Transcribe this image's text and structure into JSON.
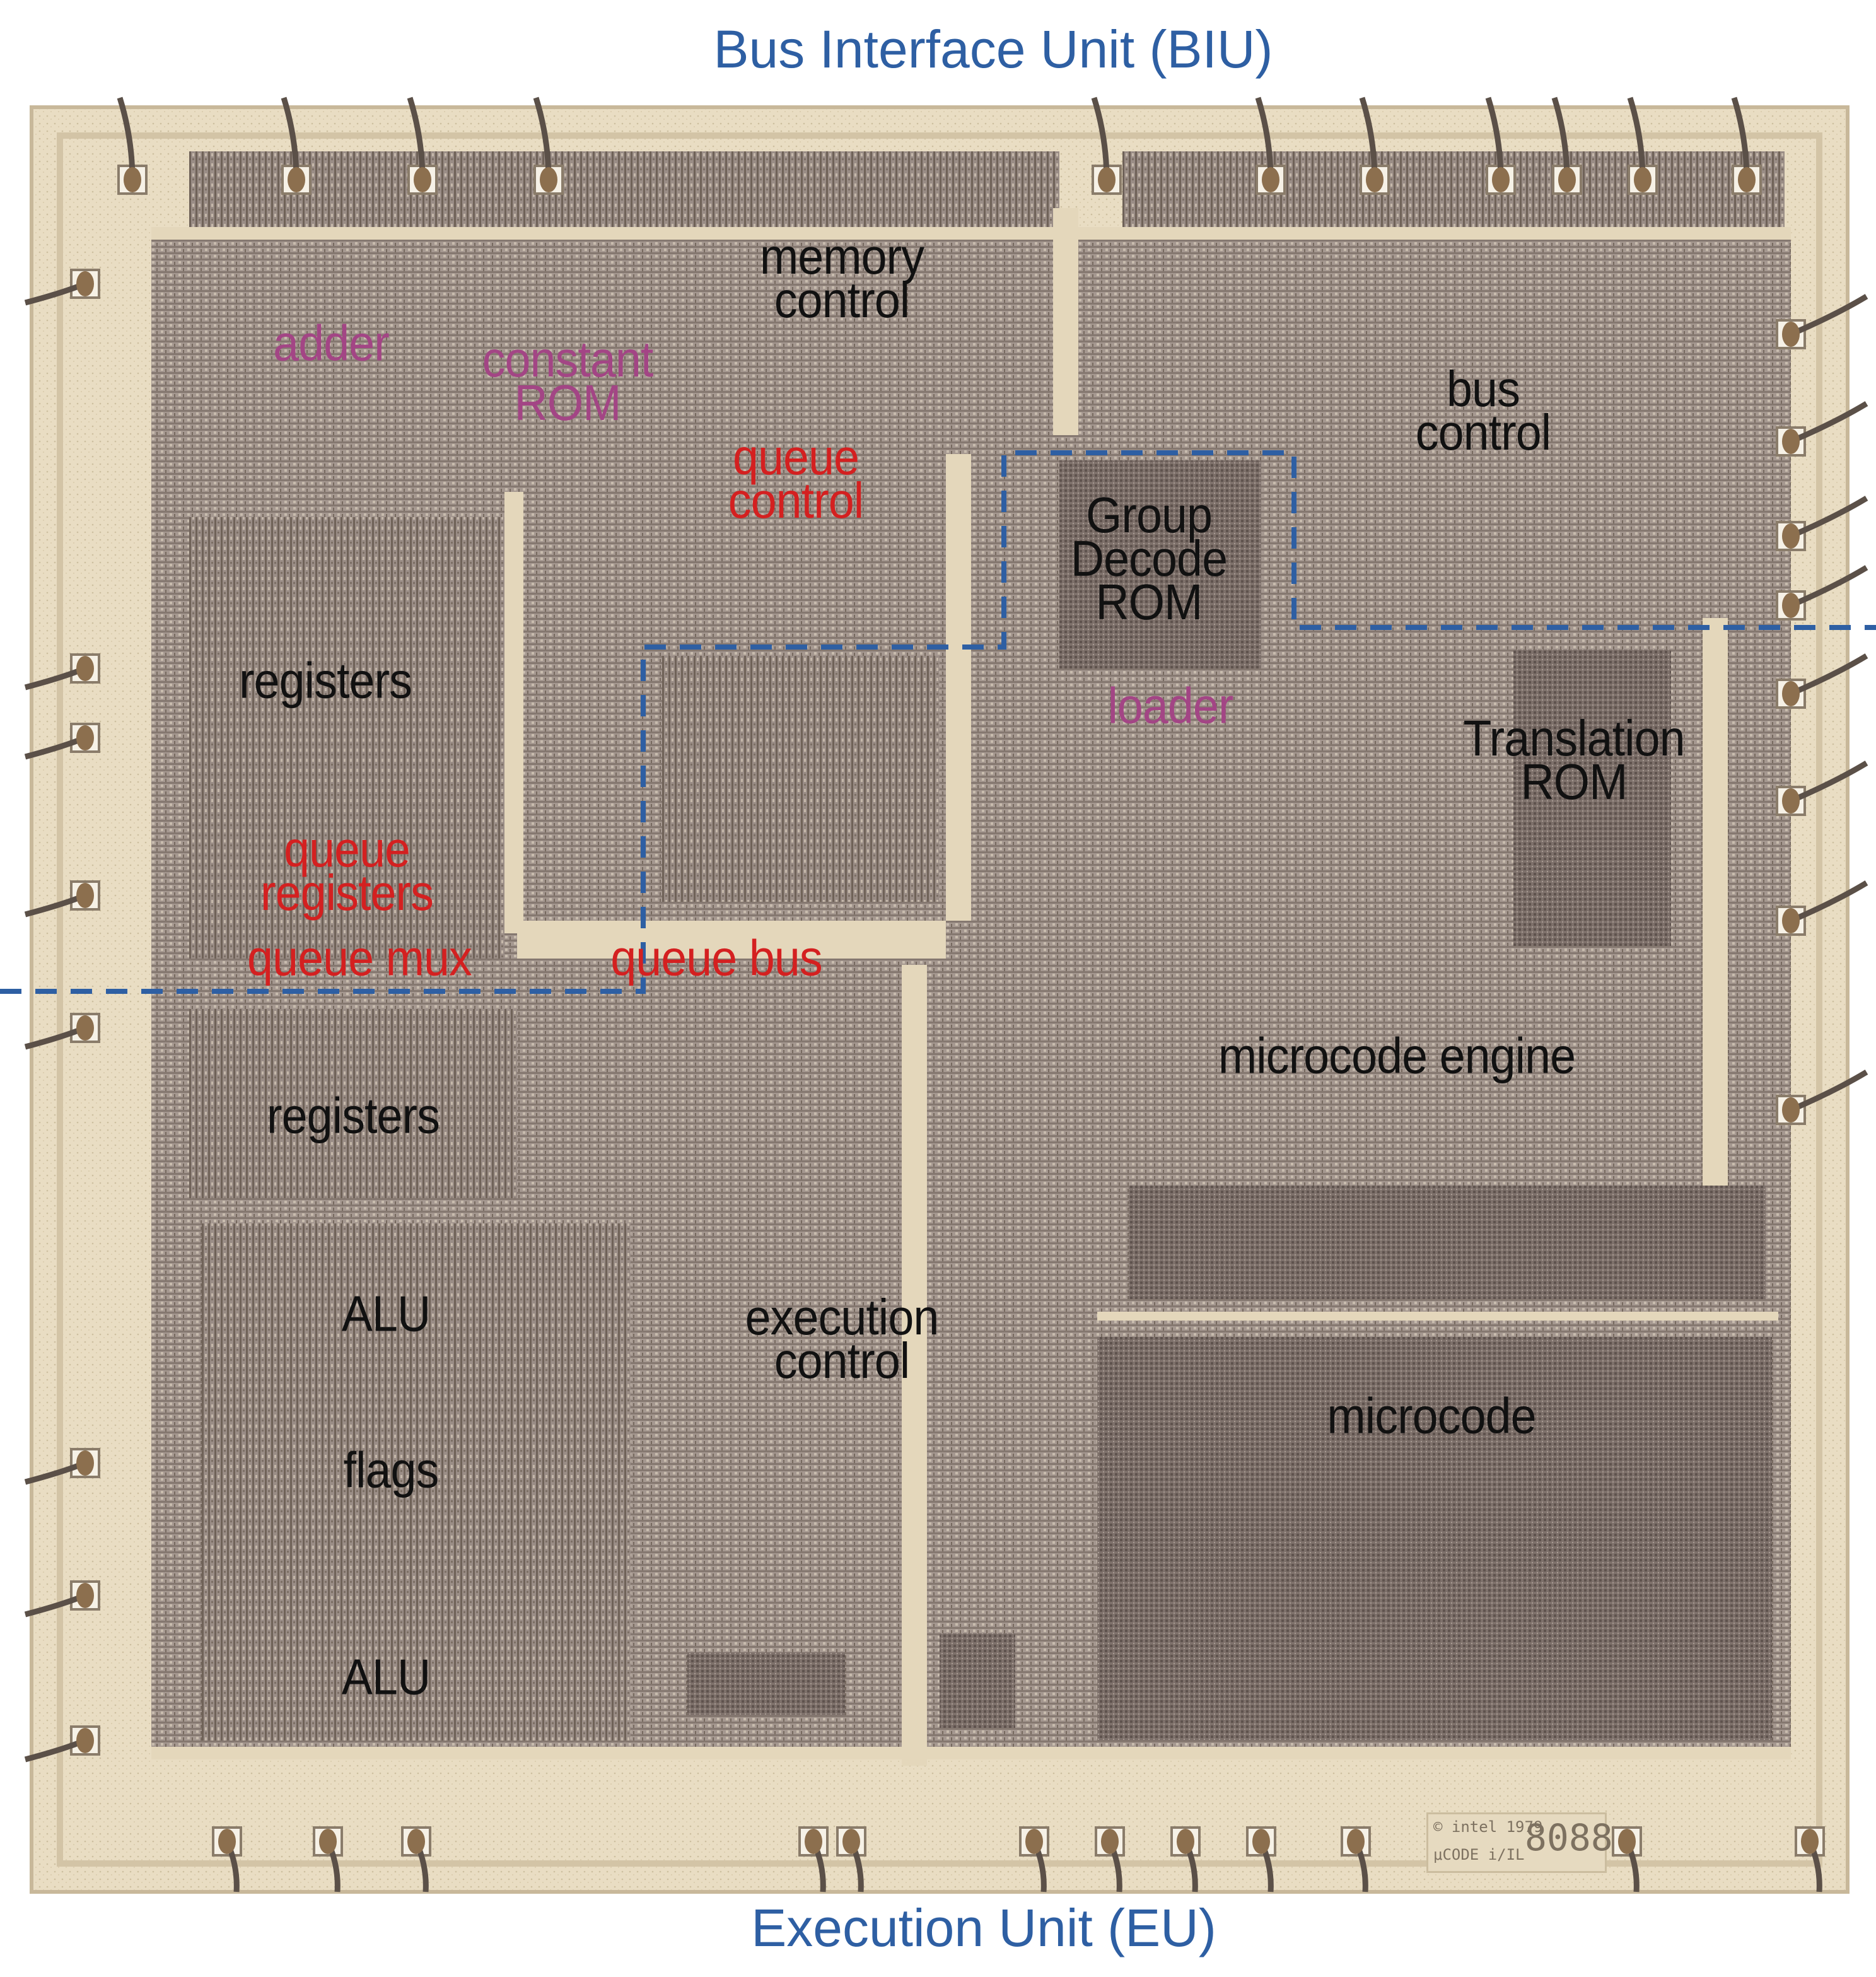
{
  "titles": {
    "top": "Bus Interface Unit (BIU)",
    "bottom": "Execution Unit (EU)"
  },
  "colors": {
    "unit_title": "#2e5fa3",
    "divider": "#2e5fa3",
    "label_black": "#111111",
    "label_purple": "#a34585",
    "label_red": "#d42020",
    "die_border": "#e8dcc0",
    "die_circuit": "#9c8e86"
  },
  "labels": {
    "memory_control": [
      "memory",
      "control"
    ],
    "adder": "adder",
    "constant_rom": [
      "constant",
      "ROM"
    ],
    "bus_control": [
      "bus",
      "control"
    ],
    "queue_control": [
      "queue",
      "control"
    ],
    "group_decode_rom": [
      "Group",
      "Decode",
      "ROM"
    ],
    "registers_biu": "registers",
    "loader": "loader",
    "translation_rom": [
      "Translation",
      "ROM"
    ],
    "queue_registers": [
      "queue",
      "registers"
    ],
    "queue_mux": "queue mux",
    "queue_bus": "queue bus",
    "microcode_engine": "microcode engine",
    "registers_eu": "registers",
    "alu_1": "ALU",
    "execution_control": [
      "execution",
      "control"
    ],
    "microcode": "microcode",
    "flags": "flags",
    "alu_2": "ALU"
  },
  "die_marking": {
    "line1": "© intel 1979",
    "line2": "μCODE i/IL",
    "part": "8088"
  }
}
